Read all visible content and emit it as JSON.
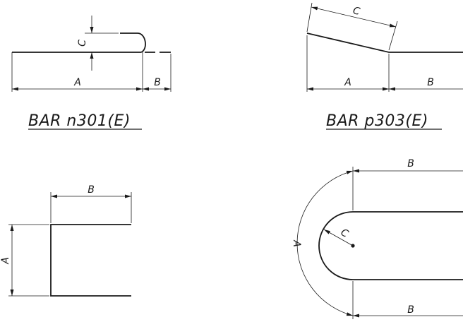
{
  "figures": [
    {
      "title": "BAR n301(E)",
      "labels": {
        "a": "A",
        "b": "B",
        "c": "C"
      }
    },
    {
      "title": "BAR p303(E)",
      "labels": {
        "a": "A",
        "b": "B",
        "c": "C"
      }
    },
    {
      "title": "",
      "labels": {
        "a": "A",
        "b": "B"
      }
    },
    {
      "title": "",
      "labels": {
        "a": "A",
        "b_top": "B",
        "b_bottom": "B",
        "c": "C"
      }
    }
  ]
}
